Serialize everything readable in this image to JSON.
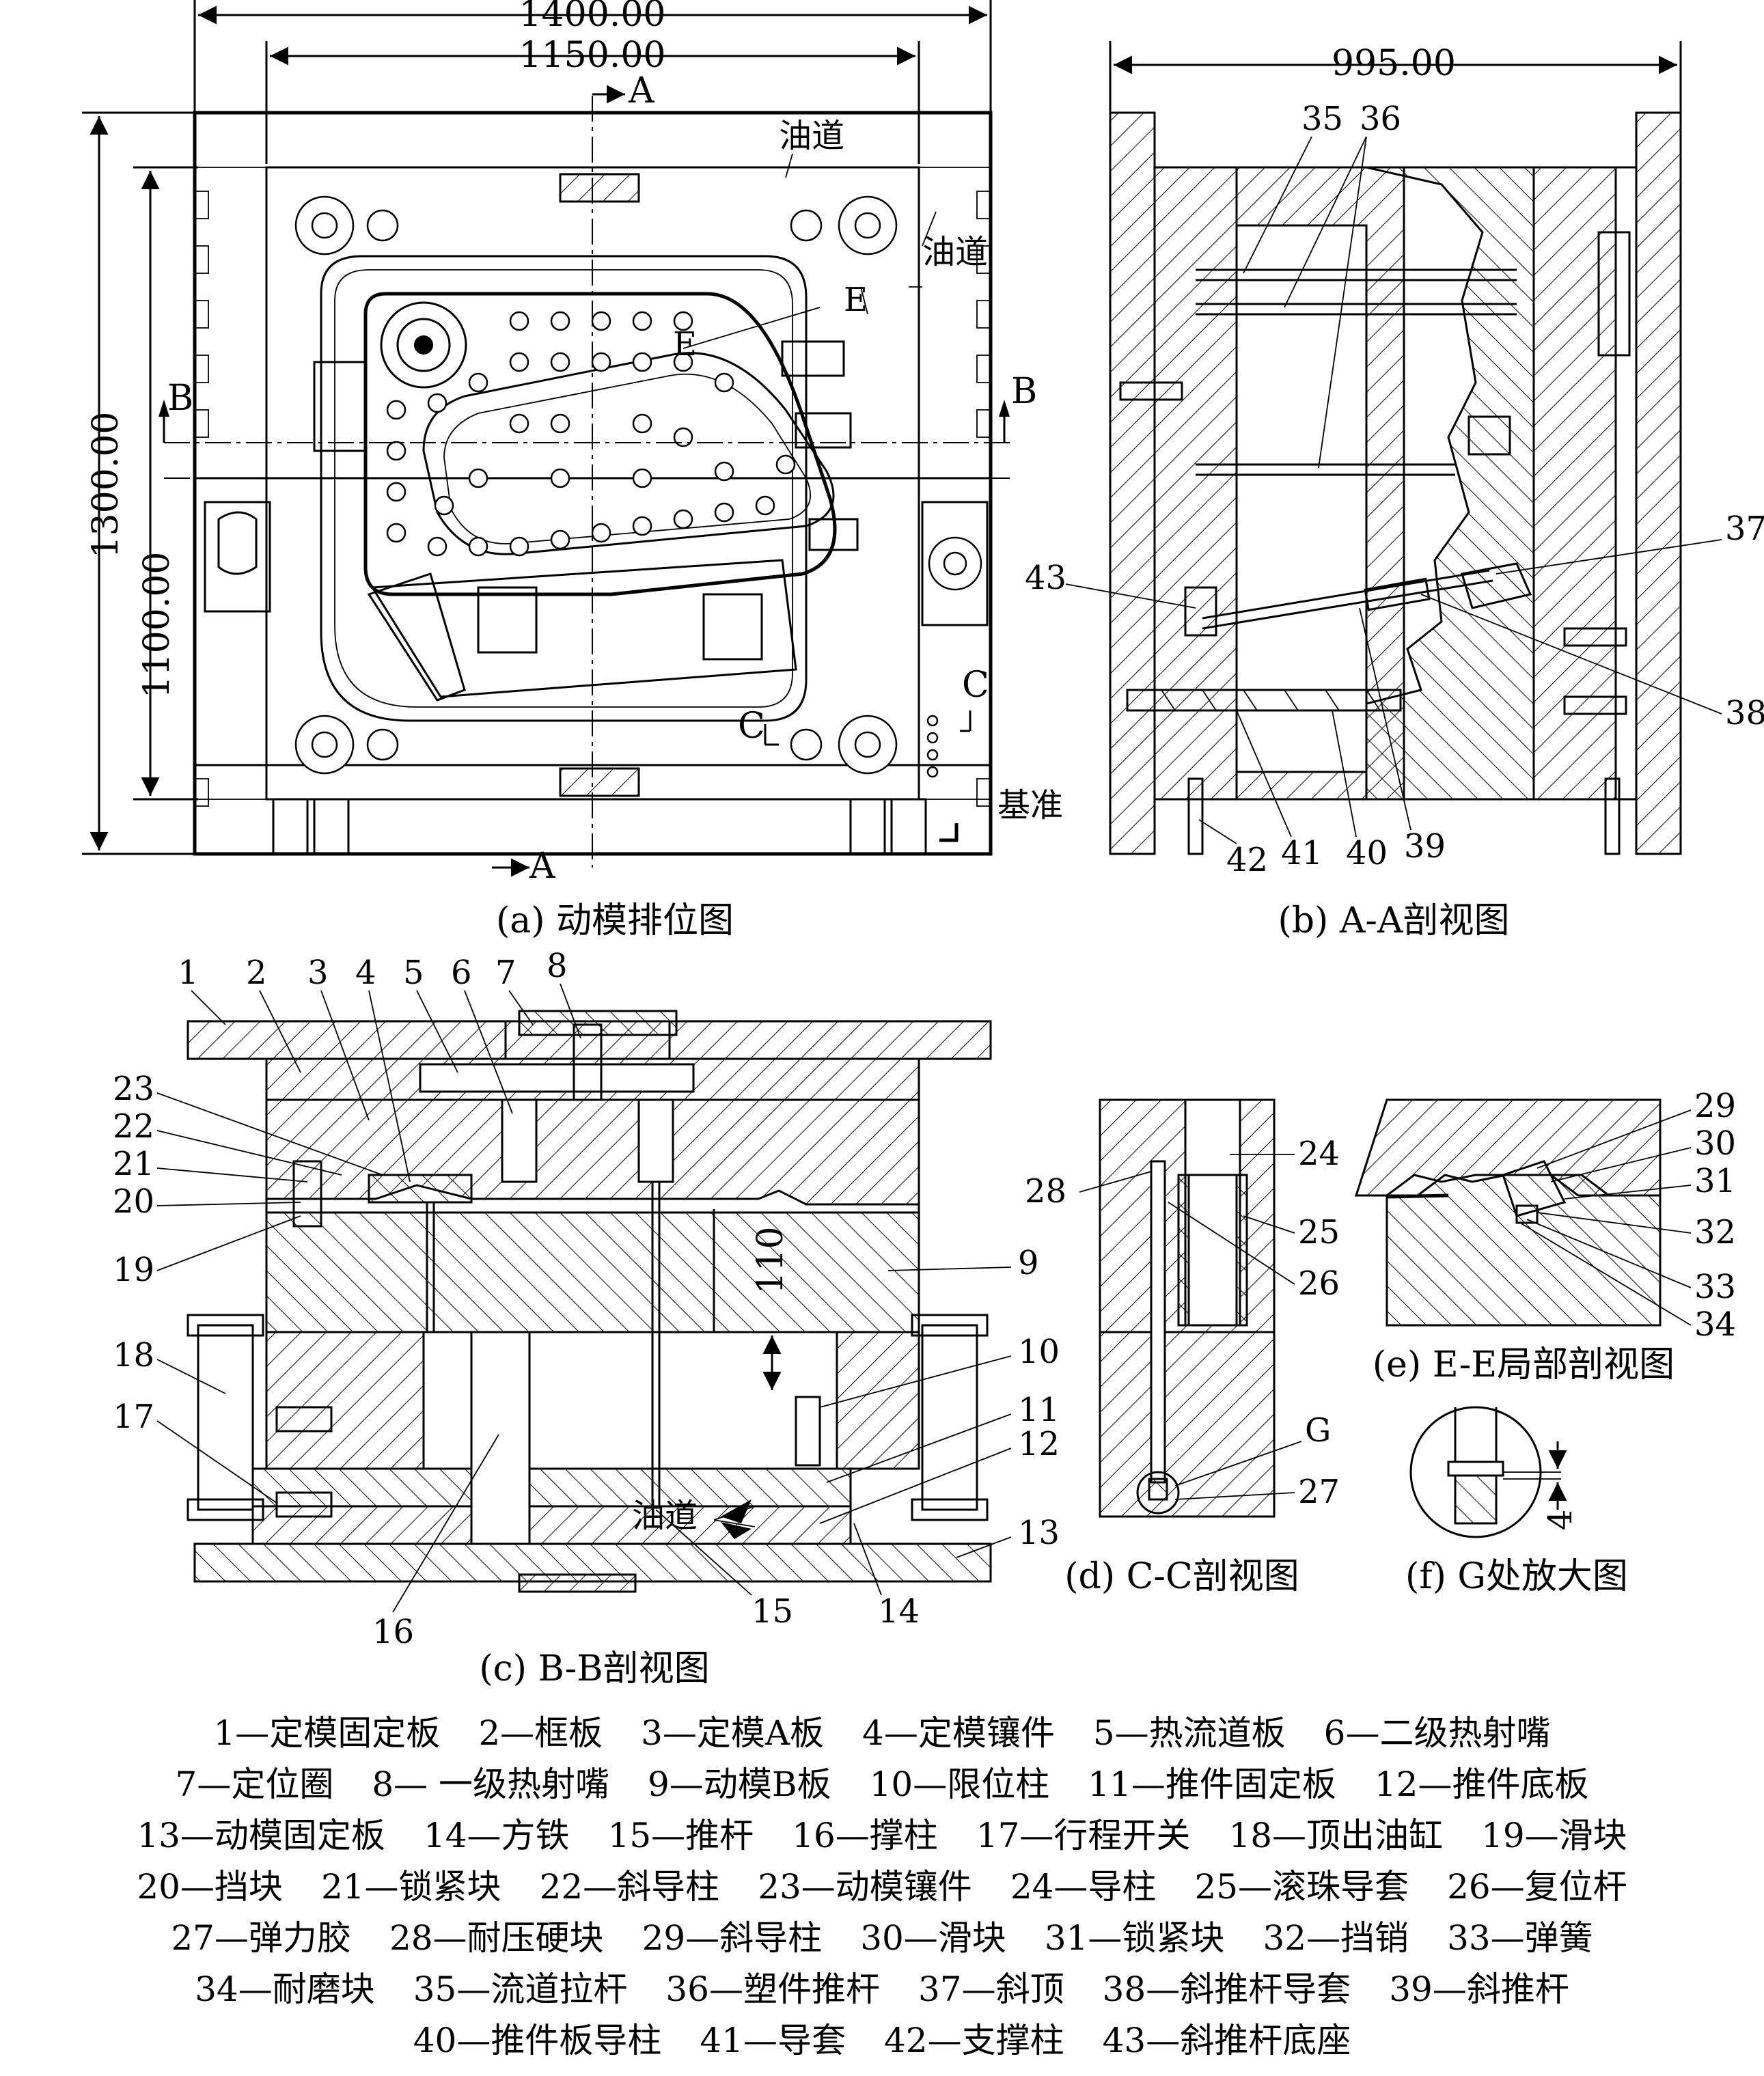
{
  "views": {
    "a": {
      "caption": "(a) 动模排位图",
      "dims": [
        "1400.00",
        "1150.00",
        "1300.00",
        "1100.00"
      ],
      "notes": [
        "油道",
        "油道",
        "基准"
      ],
      "section_marks": [
        "A",
        "A",
        "B",
        "B",
        "C",
        "C",
        "E",
        "E"
      ]
    },
    "b": {
      "caption": "(b) A-A剖视图",
      "dim": "995.00",
      "callouts": [
        "35",
        "36",
        "37",
        "38",
        "39",
        "40",
        "41",
        "42",
        "43"
      ]
    },
    "c": {
      "caption": "(c) B-B剖视图",
      "dim": "110",
      "note": "油道",
      "callouts": [
        "1",
        "2",
        "3",
        "4",
        "5",
        "6",
        "7",
        "8",
        "9",
        "10",
        "11",
        "12",
        "13",
        "14",
        "15",
        "16",
        "17",
        "18",
        "19",
        "20",
        "21",
        "22",
        "23"
      ]
    },
    "d": {
      "caption": "(d) C-C剖视图",
      "callouts": [
        "24",
        "25",
        "26",
        "27",
        "28"
      ],
      "mark": "G"
    },
    "e": {
      "caption": "(e) E-E局部剖视图",
      "callouts": [
        "29",
        "30",
        "31",
        "32",
        "33",
        "34"
      ]
    },
    "f": {
      "caption": "(f) G处放大图",
      "dim": "4"
    }
  },
  "legend": [
    [
      "1—定模固定板",
      "2—框板",
      "3—定模A板",
      "4—定模镶件",
      "5—热流道板",
      "6—二级热射嘴"
    ],
    [
      "7—定位圈",
      "8— 一级热射嘴",
      "9—动模B板",
      "10—限位柱",
      "11—推件固定板",
      "12—推件底板"
    ],
    [
      "13—动模固定板",
      "14—方铁",
      "15—推杆",
      "16—撑柱",
      "17—行程开关",
      "18—顶出油缸",
      "19—滑块"
    ],
    [
      "20—挡块",
      "21—锁紧块",
      "22—斜导柱",
      "23—动模镶件",
      "24—导柱",
      "25—滚珠导套",
      "26—复位杆"
    ],
    [
      "27—弹力胶",
      "28—耐压硬块",
      "29—斜导柱",
      "30—滑块",
      "31—锁紧块",
      "32—挡销",
      "33—弹簧"
    ],
    [
      "34—耐磨块",
      "35—流道拉杆",
      "36—塑件推杆",
      "37—斜顶",
      "38—斜推杆导套",
      "39—斜推杆"
    ],
    [
      "40—推件板导柱",
      "41—导套",
      "42—支撑柱",
      "43—斜推杆底座"
    ]
  ]
}
